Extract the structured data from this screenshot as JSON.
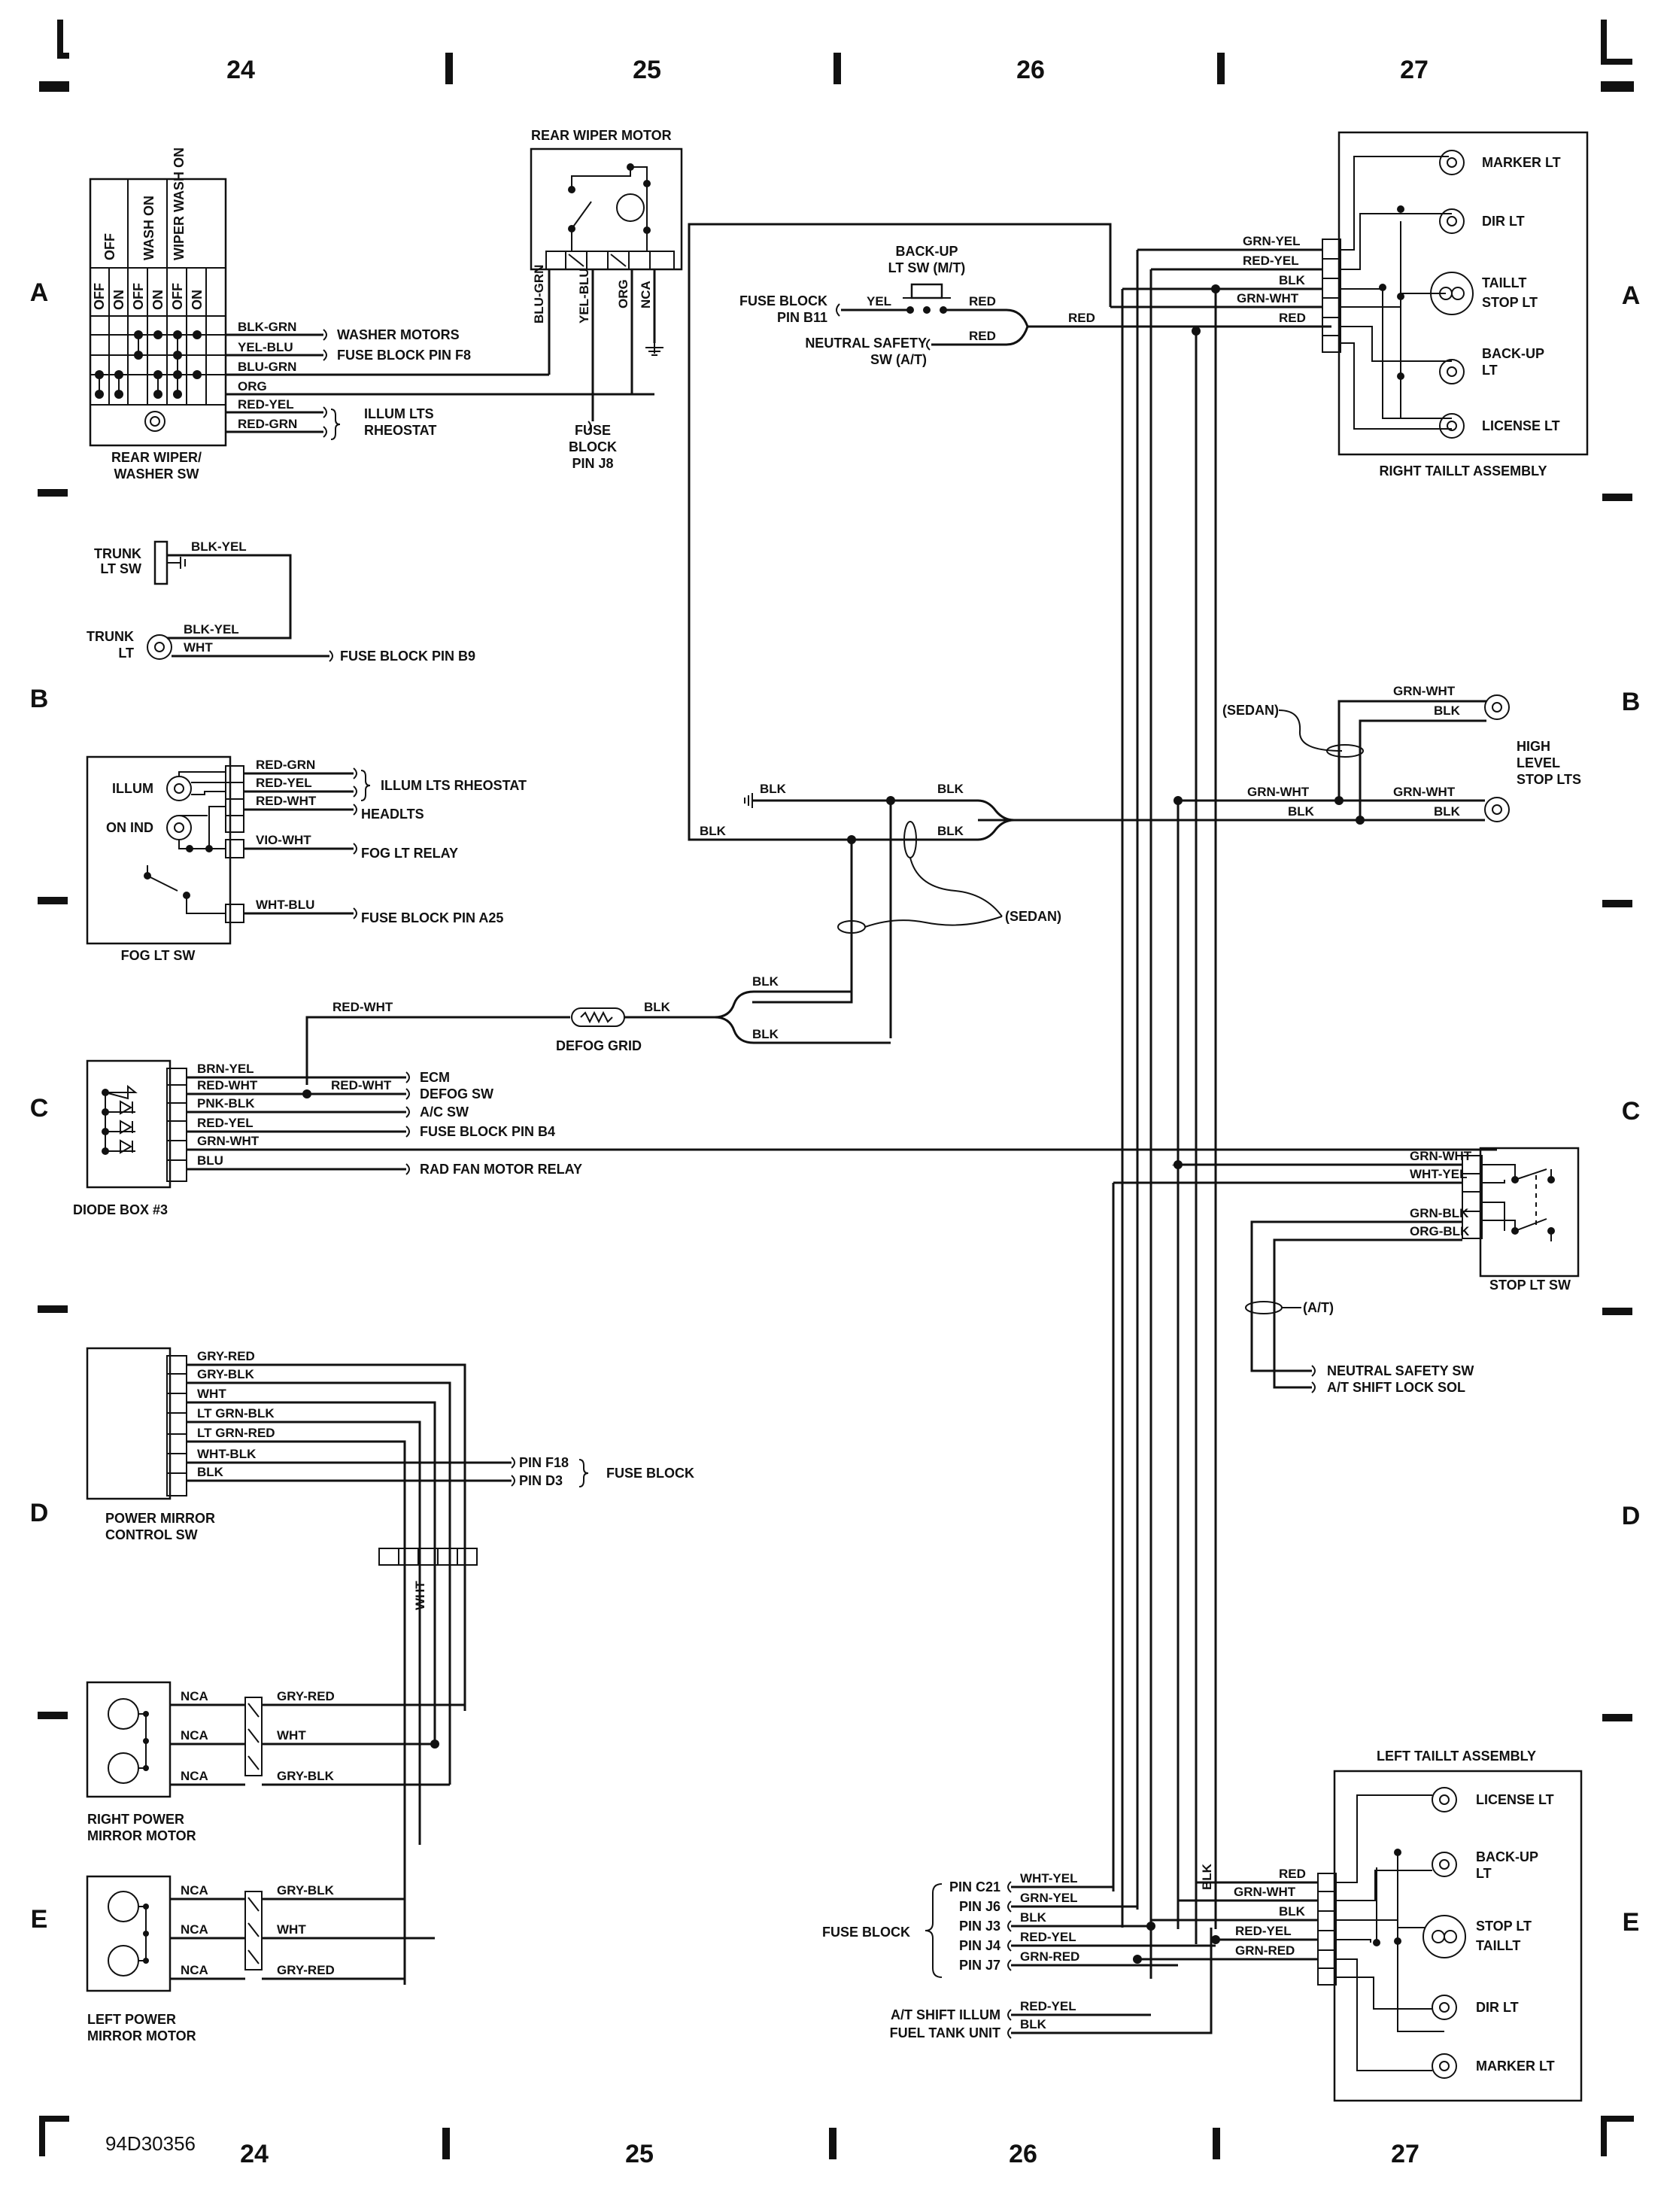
{
  "grid": {
    "columns_top": [
      "24",
      "25",
      "26",
      "27"
    ],
    "columns_bottom": [
      "24",
      "25",
      "26",
      "27"
    ],
    "rows_left": [
      "A",
      "B",
      "C",
      "D",
      "E"
    ],
    "rows_right": [
      "A",
      "B",
      "C",
      "D",
      "E"
    ],
    "figure_id": "94D30356"
  },
  "components": {
    "rear_wiper_motor": "REAR WIPER MOTOR",
    "rear_wiper_washer_sw": [
      "REAR WIPER/",
      "WASHER SW"
    ],
    "switch_headers": [
      "OFF",
      "WASH ON",
      "WIPER WASH ON"
    ],
    "switch_subheaders": [
      "OFF",
      "ON",
      "OFF",
      "ON",
      "OFF",
      "ON"
    ],
    "backup_lt_sw": [
      "BACK-UP",
      "LT SW (M/T)"
    ],
    "right_taillt_assembly": "RIGHT TAILLT ASSEMBLY",
    "right_taillt_lamps": [
      "MARKER LT",
      "DIR LT",
      "TAILLT",
      "STOP LT",
      "BACK-UP",
      "LT",
      "LICENSE LT"
    ],
    "trunk_lt_sw": [
      "TRUNK",
      "LT SW"
    ],
    "trunk_lt": [
      "TRUNK",
      "LT"
    ],
    "high_level_stop_lts": [
      "HIGH",
      "LEVEL",
      "STOP LTS"
    ],
    "fog_lt_sw": "FOG LT SW",
    "fog_labels": [
      "ILLUM",
      "ON IND"
    ],
    "defog_grid": "DEFOG GRID",
    "diode_box": "DIODE BOX #3",
    "stop_lt_sw": "STOP LT SW",
    "power_mirror_control_sw": [
      "POWER MIRROR",
      "CONTROL SW"
    ],
    "right_power_mirror_motor": [
      "RIGHT POWER",
      "MIRROR MOTOR"
    ],
    "left_power_mirror_motor": [
      "LEFT POWER",
      "MIRROR MOTOR"
    ],
    "left_taillt_assembly": "LEFT TAILLT ASSEMBLY",
    "left_taillt_lamps": [
      "LICENSE LT",
      "BACK-UP",
      "LT",
      "STOP LT",
      "TAILLT",
      "DIR LT",
      "MARKER LT"
    ]
  },
  "wires": {
    "rear_wiper_sw": [
      "BLK-GRN",
      "YEL-BLU",
      "BLU-GRN",
      "ORG",
      "RED-YEL",
      "RED-GRN"
    ],
    "rear_wiper_motor": [
      "BLU-GRN",
      "YEL-BLU",
      "ORG",
      "NCA"
    ],
    "backup": [
      "YEL",
      "RED",
      "RED",
      "RED"
    ],
    "right_taillt": [
      "GRN-YEL",
      "RED-YEL",
      "BLK",
      "GRN-WHT",
      "RED"
    ],
    "trunk": [
      "BLK-YEL",
      "BLK-YEL",
      "WHT"
    ],
    "high_level": [
      "GRN-WHT",
      "BLK",
      "GRN-WHT",
      "BLK",
      "GRN-WHT",
      "BLK"
    ],
    "ground": [
      "BLK",
      "BLK",
      "BLK",
      "BLK"
    ],
    "fog": [
      "RED-GRN",
      "RED-YEL",
      "RED-WHT",
      "VIO-WHT",
      "WHT-BLU"
    ],
    "defog": [
      "RED-WHT",
      "BLK",
      "BLK",
      "BLK"
    ],
    "diode": [
      "BRN-YEL",
      "RED-WHT",
      "RED-WHT",
      "PNK-BLK",
      "RED-YEL",
      "GRN-WHT",
      "BLU"
    ],
    "stop_lt": [
      "GRN-WHT",
      "WHT-YEL",
      "GRN-BLK",
      "ORG-BLK"
    ],
    "mirror_sw": [
      "GRY-RED",
      "GRY-BLK",
      "WHT",
      "LT GRN-BLK",
      "LT GRN-RED",
      "WHT-BLK",
      "BLK"
    ],
    "mirror_bundle": "WHT",
    "right_mirror": [
      "NCA",
      "NCA",
      "NCA",
      "GRY-RED",
      "WHT",
      "GRY-BLK"
    ],
    "left_mirror": [
      "NCA",
      "NCA",
      "NCA",
      "GRY-BLK",
      "WHT",
      "GRY-RED"
    ],
    "left_taillt": [
      "RED",
      "GRN-WHT",
      "BLK",
      "RED-YEL",
      "GRN-RED"
    ],
    "fuse_block_pins": [
      "WHT-YEL",
      "GRN-YEL",
      "BLK",
      "RED-YEL",
      "GRN-RED"
    ],
    "at_shift": [
      "RED-YEL",
      "BLK"
    ],
    "left_vertical": "BLK"
  },
  "destinations": {
    "washer_motors": "WASHER MOTORS",
    "fuse_block_pin_f8": "FUSE BLOCK PIN F8",
    "illum_lts_rheostat": [
      "ILLUM LTS",
      "RHEOSTAT"
    ],
    "fuse_block_pin_j8": [
      "FUSE",
      "BLOCK",
      "PIN J8"
    ],
    "fuse_block_pin_b11": [
      "FUSE BLOCK",
      "PIN B11"
    ],
    "neutral_safety_sw_at": [
      "NEUTRAL SAFETY",
      "SW (A/T)"
    ],
    "fuse_block_pin_b9": "FUSE BLOCK PIN B9",
    "sedan": "(SEDAN)",
    "fog": [
      "ILLUM LTS RHEOSTAT",
      "HEADLTS",
      "FOG LT RELAY",
      "FUSE BLOCK PIN A25"
    ],
    "diode": [
      "ECM",
      "DEFOG SW",
      "A/C SW",
      "FUSE BLOCK PIN B4",
      "RAD FAN MOTOR RELAY"
    ],
    "at": "(A/T)",
    "stop_lt": [
      "NEUTRAL SAFETY SW",
      "A/T SHIFT LOCK SOL"
    ],
    "mirror_pins": [
      "PIN F18",
      "PIN D3"
    ],
    "fuse_block": "FUSE BLOCK",
    "fuse_pins": [
      "PIN C21",
      "PIN J6",
      "PIN J3",
      "PIN J4",
      "PIN J7"
    ],
    "fuse_block_left": "FUSE BLOCK",
    "at_shift": [
      "A/T SHIFT ILLUM",
      "FUEL TANK UNIT"
    ]
  }
}
